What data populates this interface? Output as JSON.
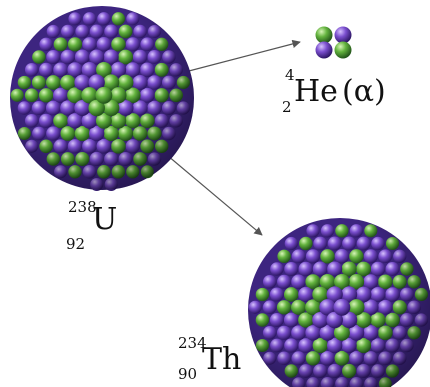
{
  "nuclei": {
    "uranium": {
      "mass_number": "238",
      "atomic_number": "92",
      "symbol": "U"
    },
    "thorium": {
      "mass_number": "234",
      "atomic_number": "90",
      "symbol": "Th"
    },
    "alpha": {
      "mass_number": "4",
      "atomic_number": "2",
      "symbol": "He",
      "tag": "(α)"
    }
  },
  "colors": {
    "proton": "#6a3fb3",
    "neutron": "#5aa23a",
    "arrow": "#555555"
  }
}
